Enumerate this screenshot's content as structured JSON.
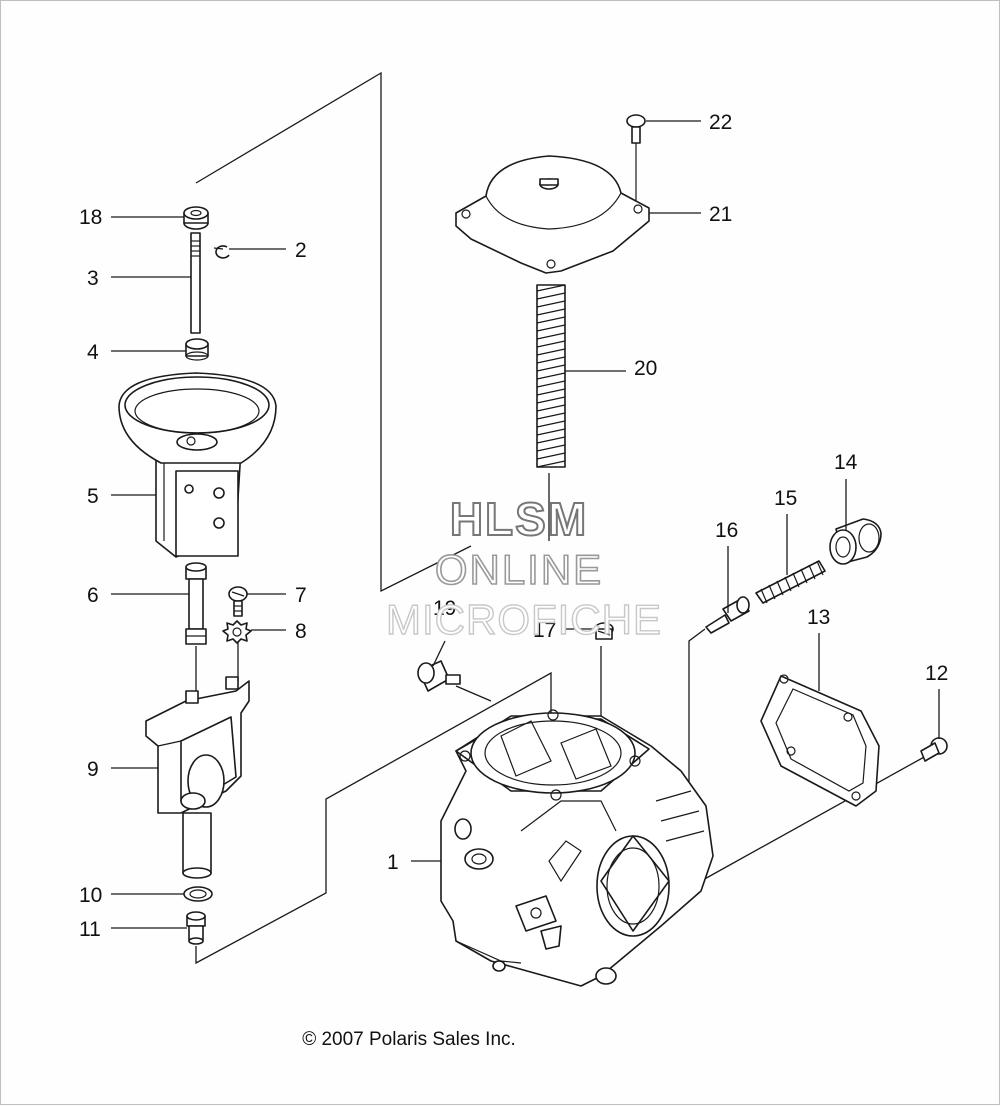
{
  "diagram": {
    "callouts": {
      "c1": "1",
      "c2": "2",
      "c3": "3",
      "c4": "4",
      "c5": "5",
      "c6": "6",
      "c7": "7",
      "c8": "8",
      "c9": "9",
      "c10": "10",
      "c11": "11",
      "c12": "12",
      "c13": "13",
      "c14": "14",
      "c15": "15",
      "c16": "16",
      "c17": "17",
      "c18": "18",
      "c19": "19",
      "c20": "20",
      "c21": "21",
      "c22": "22"
    },
    "watermark": {
      "line1": "HLSM",
      "line2": "ONLINE",
      "line3": "MICROFICHE"
    },
    "copyright": "© 2007 Polaris Sales Inc."
  }
}
